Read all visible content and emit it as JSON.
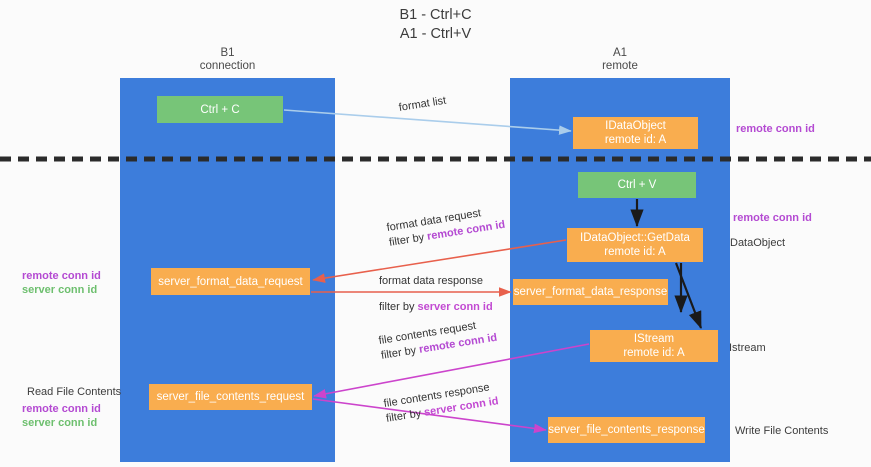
{
  "title": "B1 - Ctrl+C\nA1 - Ctrl+V",
  "columns": {
    "left": "B1\nconnection",
    "right": "A1\nremote"
  },
  "nodes": {
    "ctrl_c": {
      "label": "Ctrl + C",
      "color": "#77c578"
    },
    "idataobject": {
      "label": "IDataObject\nremote id: A",
      "color": "#f9ad4f"
    },
    "ctrl_v": {
      "label": "Ctrl + V",
      "color": "#77c578"
    },
    "getdata": {
      "label": "IDataObject::GetData\nremote id: A",
      "color": "#f9ad4f"
    },
    "server_format_data_request": {
      "label": "server_format_data_request",
      "color": "#f9ad4f"
    },
    "server_format_data_response": {
      "label": "server_format_data_response",
      "color": "#f9ad4f"
    },
    "istream": {
      "label": "IStream\nremote id: A",
      "color": "#f9ad4f"
    },
    "server_file_contents_request": {
      "label": "server_file_contents_request",
      "color": "#f9ad4f"
    },
    "server_file_contents_response": {
      "label": "server_file_contents_response",
      "color": "#f9ad4f"
    }
  },
  "edges": {
    "format_list": {
      "primary": "format list",
      "filter_prefix": "",
      "filter_key": ""
    },
    "format_data_request": {
      "primary": "format data request",
      "filter_prefix": "filter by ",
      "filter_key": "remote conn id"
    },
    "format_data_response": {
      "primary": "format data response",
      "filter_prefix": "filter by ",
      "filter_key": "server conn id"
    },
    "file_contents_request": {
      "primary": "file contents request",
      "filter_prefix": "filter by ",
      "filter_key": "remote conn id"
    },
    "file_contents_response": {
      "primary": "file contents response",
      "filter_prefix": "filter by ",
      "filter_key": "server conn id"
    }
  },
  "annotations": {
    "right": [
      {
        "text": "remote conn id",
        "style": "purple"
      },
      {
        "text": "remote conn id",
        "style": "purple"
      },
      {
        "text": "DataObject",
        "style": "dark"
      },
      {
        "text": "Istream",
        "style": "dark"
      },
      {
        "text": "Write File Contents",
        "style": "dark"
      }
    ],
    "left": [
      {
        "text": "remote conn id",
        "style": "purple"
      },
      {
        "text": "server conn id",
        "style": "green"
      },
      {
        "text": "Read File Contents",
        "style": "dark"
      },
      {
        "text": "remote conn id",
        "style": "purple"
      },
      {
        "text": "server conn id",
        "style": "green"
      }
    ]
  },
  "colors": {
    "lane": "#3d7ddb",
    "green_node": "#77c578",
    "orange_node": "#f9ad4f",
    "divider": "#2b2b2b",
    "arrow_format_list": "#aacdeb",
    "arrow_format_data": "#e8604c",
    "arrow_file_contents": "#cc44cc",
    "arrow_internal": "#1a1a1a",
    "highlight_remote": "#b44ad2",
    "highlight_server": "#6dbf6e"
  }
}
